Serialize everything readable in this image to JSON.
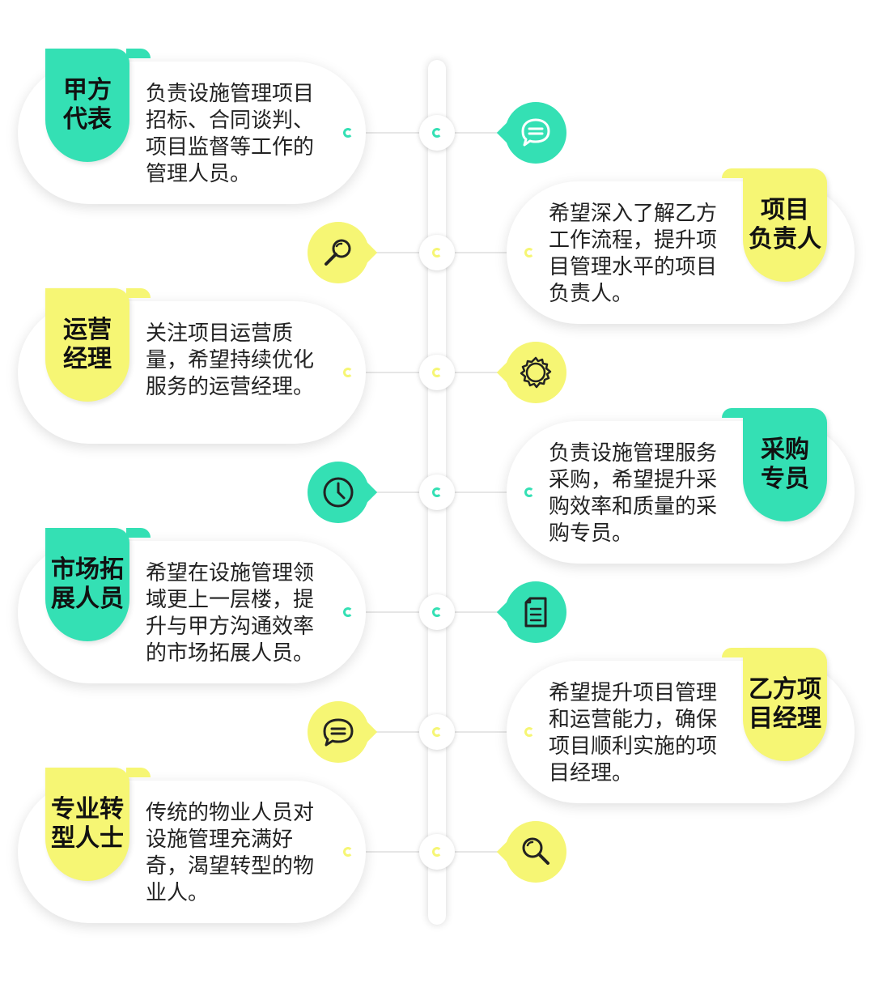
{
  "colors": {
    "teal": "#34e0b4",
    "yellow": "#f6f674",
    "spine": "#ffffff",
    "text": "#222222"
  },
  "roles": [
    {
      "side": "left",
      "tag_color": "teal",
      "tag": "甲方\n代表",
      "desc": "负责设施管理项目招标、合同谈判、项目监督等工作的管理人员。",
      "icon": "chat-bubble-icon",
      "icon_color": "teal"
    },
    {
      "side": "right",
      "tag_color": "yellow",
      "tag": "项目\n负责人",
      "desc": "希望深入了解乙方工作流程，提升项目管理水平的项目负责人。",
      "icon": "magnifier-icon",
      "icon_color": "yellow"
    },
    {
      "side": "left",
      "tag_color": "yellow",
      "tag": "运营\n经理",
      "desc": "关注项目运营质量，希望持续优化服务的运营经理。",
      "icon": "gear-icon",
      "icon_color": "yellow"
    },
    {
      "side": "right",
      "tag_color": "teal",
      "tag": "采购\n专员",
      "desc": "负责设施管理服务采购，希望提升采购效率和质量的采购专员。",
      "icon": "clock-icon",
      "icon_color": "teal"
    },
    {
      "side": "left",
      "tag_color": "teal",
      "tag": "市场拓\n展人员",
      "desc": "希望在设施管理领域更上一层楼，提升与甲方沟通效率的市场拓展人员。",
      "icon": "document-icon",
      "icon_color": "teal"
    },
    {
      "side": "right",
      "tag_color": "yellow",
      "tag": "乙方项\n目经理",
      "desc": "希望提升项目管理和运营能力，确保项目顺利实施的项目经理。",
      "icon": "message-icon",
      "icon_color": "yellow"
    },
    {
      "side": "left",
      "tag_color": "yellow",
      "tag": "专业转\n型人士",
      "desc": "传统的物业人员对设施管理充满好奇，渴望转型的物业人。",
      "icon": "search-icon",
      "icon_color": "yellow"
    }
  ]
}
